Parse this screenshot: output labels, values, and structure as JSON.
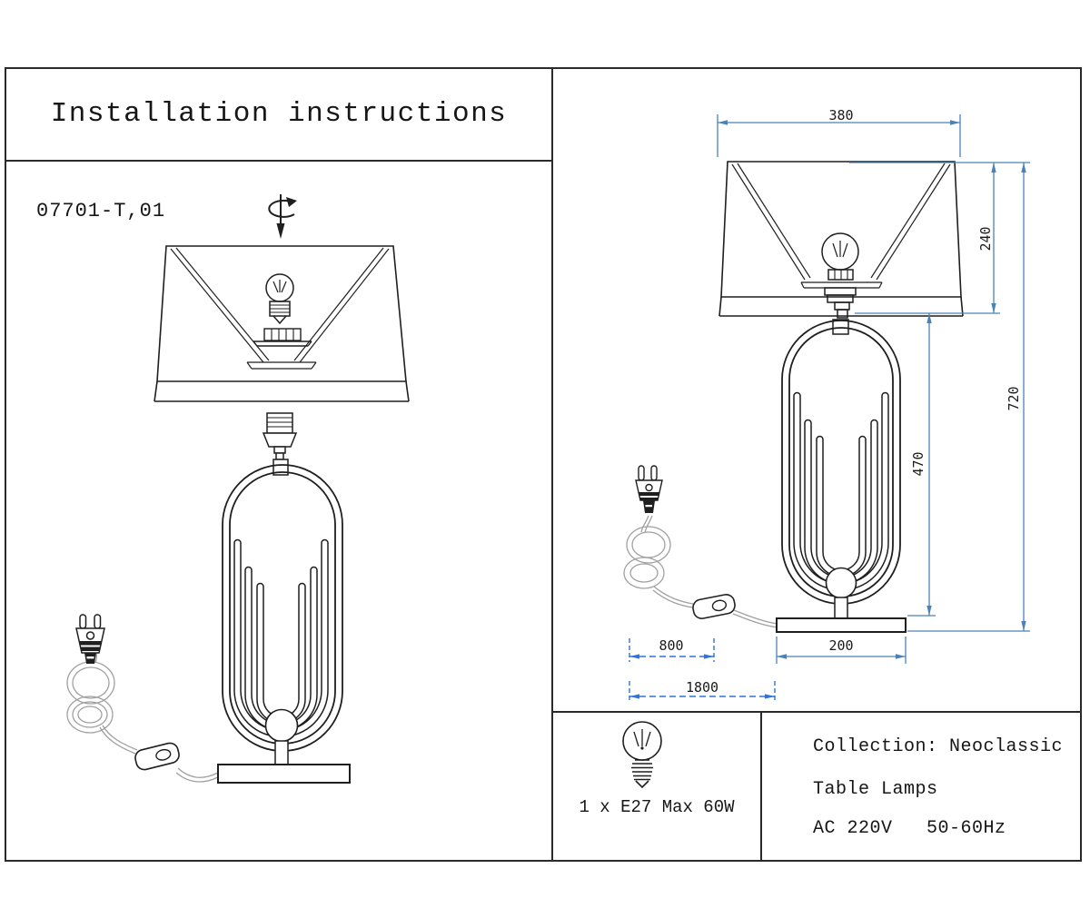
{
  "page": {
    "title": "Installation instructions",
    "model": "07701-T,01"
  },
  "dimensions": {
    "shade_top_width": "380",
    "shade_height": "240",
    "total_height": "720",
    "body_height": "470",
    "base_width": "200",
    "plug_to_switch": "800",
    "cord_length": "1800"
  },
  "spec_box": {
    "lamp_spec": "1 x E27 Max 60W",
    "collection": "Collection: Neoclassic",
    "category": "Table Lamps",
    "power": "AC 220V   50-60Hz"
  },
  "colors": {
    "line": "#1f1f1f",
    "dimension_line": "#4a82b8",
    "dashed_dimension": "#2f74d8",
    "cord": "#a0a0a0",
    "background": "#ffffff"
  }
}
